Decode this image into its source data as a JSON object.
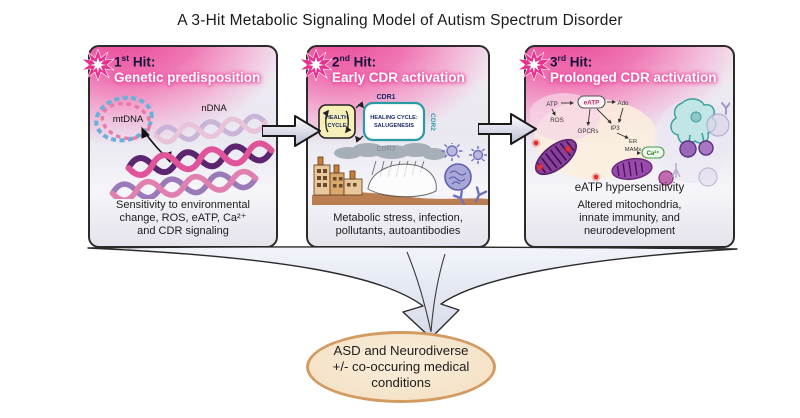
{
  "title": "A 3-Hit Metabolic Signaling Model of Autism Spectrum Disorder",
  "panels": [
    {
      "num": "1",
      "ord": "st",
      "hit_word": "Hit:",
      "subtitle": "Genetic predisposition",
      "labels": {
        "mtdna": "mtDNA",
        "ndna": "nDNA"
      },
      "caption_lines": [
        "Sensitivity to environmental",
        "change, ROS, eATP, Ca²⁺",
        "and CDR signaling"
      ]
    },
    {
      "num": "2",
      "ord": "nd",
      "hit_word": "Hit:",
      "subtitle": "Early CDR activation",
      "cycle": {
        "cdr1": "CDR1",
        "cdr2": "CDR2",
        "cdr3": "CDR3",
        "health_l1": "HEALTH",
        "health_l2": "CYCLE",
        "healing_l1": "HEALING CYCLE:",
        "healing_l2": "SALUGENESIS"
      },
      "caption_lines": [
        "Metabolic stress, infection,",
        "pollutants, autoantibodies"
      ]
    },
    {
      "num": "3",
      "ord": "rd",
      "hit_word": "Hit:",
      "subtitle": "Prolonged CDR activation",
      "signals": {
        "atp": "ATP",
        "ros": "ROS",
        "eatp": "eATP",
        "ado": "Ado",
        "gpcrs": "GPCRs",
        "ip3": "IP3",
        "er": "ER",
        "mams": "MAMs",
        "ca": "Ca²⁺"
      },
      "caption1": "eATP hypersensitivity",
      "caption_lines": [
        "Altered mitochondria,",
        "innate immunity, and",
        "neurodevelopment"
      ]
    }
  ],
  "outcome": {
    "lines": [
      "ASD and Neurodiverse",
      "+/- co-occuring medical",
      "conditions"
    ]
  },
  "colors": {
    "pink": "#ea4397",
    "panel_border": "#2b2b2b",
    "teal": "#2a9aa4",
    "oval_fill": "#f4e2c6",
    "oval_border": "#d39a62",
    "funnel_fill": "#e9edf6",
    "mito_purple": "#8a3f9a",
    "eatp_red": "#e23030"
  }
}
